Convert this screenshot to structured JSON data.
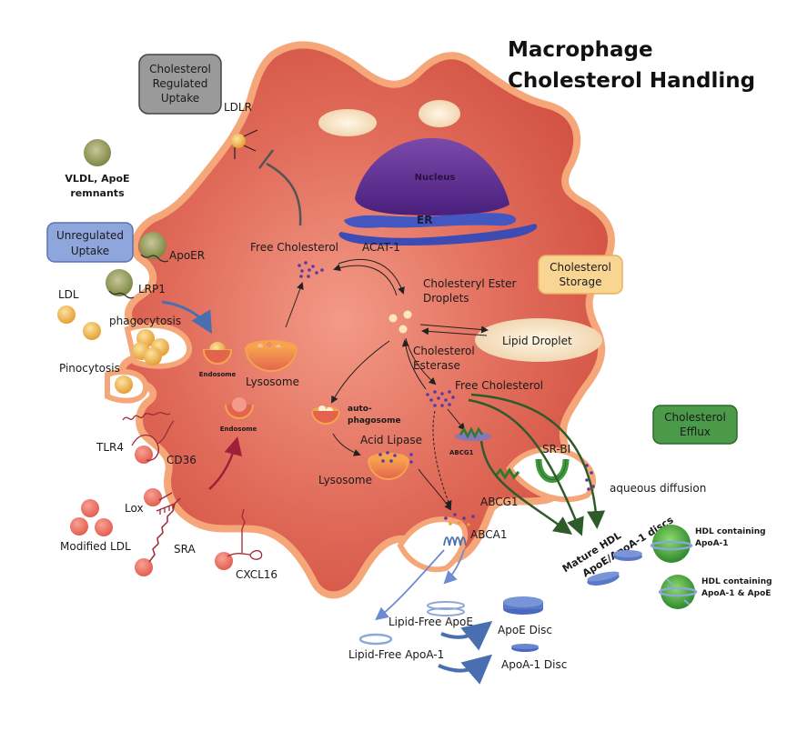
{
  "title": {
    "line1": "Macrophage",
    "line2": "Cholesterol Handling"
  },
  "category_boxes": {
    "regulated": {
      "lines": [
        "Cholesterol",
        "Regulated",
        "Uptake"
      ],
      "color": "#9a9a9a"
    },
    "unregulated": {
      "lines": [
        "Unregulated",
        "Uptake"
      ],
      "color": "#8ea6dc"
    },
    "storage": {
      "lines": [
        "Cholesterol",
        "Storage"
      ],
      "color": "#f8d592"
    },
    "efflux": {
      "lines": [
        "Cholesterol",
        "Efflux"
      ],
      "color": "#4a9a4a"
    }
  },
  "receptors": {
    "ldlr": "LDLR",
    "apoer": "ApoER",
    "lrp1": "LRP1",
    "tlr4": "TLR4",
    "cd36": "CD36",
    "lox": "Lox",
    "sra": "SRA",
    "cxcl16": "CXCL16",
    "sr_bi": "SR-BI",
    "abcg1_membrane": "ABCG1",
    "abcg1_internal": "ABCG1",
    "abca1": "ABCA1"
  },
  "particles": {
    "vldl": [
      "VLDL, ApoE",
      "remnants"
    ],
    "ldl": "LDL",
    "modified_ldl": "Modified LDL"
  },
  "processes": {
    "phagocytosis": "phagocytosis",
    "pinocytosis": "Pinocytosis",
    "aqueous_diffusion": "aqueous diffusion"
  },
  "organelles": {
    "nucleus": "Nucleus",
    "er": "ER",
    "endosome_1": "Endosome",
    "endosome_2": "Endosome",
    "lysosome_1": "Lysosome",
    "lysosome_2": "Lysosome",
    "autophagosome": [
      "auto-",
      "phagosome"
    ],
    "lipid_droplet": "Lipid Droplet"
  },
  "molecules": {
    "free_cholesterol_1": "Free Cholesterol",
    "free_cholesterol_2": "Free Cholesterol",
    "acat1": "ACAT-1",
    "cholesteryl_ester": [
      "Cholesteryl Ester",
      "Droplets"
    ],
    "cholesterol_esterase": [
      "Cholesterol",
      "Esterase"
    ],
    "acid_lipase": "Acid Lipase"
  },
  "efflux_products": {
    "mature_hdl": [
      "Mature HDL",
      "ApoE/ApoA-1 discs"
    ],
    "hdl_apoa1": [
      "HDL containing",
      "ApoA-1"
    ],
    "hdl_apoa1_apoe": [
      "HDL containing",
      "ApoA-1 & ApoE"
    ],
    "lipid_free_apoe": "Lipid-Free ApoE",
    "lipid_free_apoa1": "Lipid-Free ApoA-1",
    "apoe_disc": "ApoE Disc",
    "apoa1_disc": "ApoA-1 Disc"
  },
  "colors": {
    "cell_fill": "#d9574a",
    "cell_membrane": "#f5a77a",
    "nucleus": "#5b2d8e",
    "er": "#4456c0",
    "ldl": "#e8a43a",
    "vldl": "#7d8a3c",
    "modified_ldl": "#ec6a5e",
    "hdl": "#2f8f2f",
    "disc": "#5b78c8",
    "efflux_arrow": "#2f5a2a",
    "uptake_arrow": "#4a6fb0",
    "endosome_arrow": "#a0203a"
  }
}
